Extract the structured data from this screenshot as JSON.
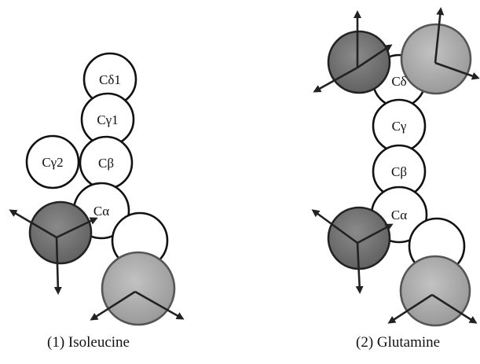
{
  "panels": [
    {
      "caption": "(1) Isoleucine",
      "atoms": [
        {
          "label": "Cδ1"
        },
        {
          "label": "Cγ1"
        },
        {
          "label": "Cγ2"
        },
        {
          "label": "Cβ"
        },
        {
          "label": "Cα"
        }
      ]
    },
    {
      "caption": "(2) Glutamine",
      "atoms": [
        {
          "label": "Cδ"
        },
        {
          "label": "Cγ"
        },
        {
          "label": "Cβ"
        },
        {
          "label": "Cα"
        }
      ]
    }
  ],
  "colors": {
    "dark_sphere": "#6f6f6f",
    "light_sphere": "#a9a9a9",
    "outline": "#111111"
  }
}
